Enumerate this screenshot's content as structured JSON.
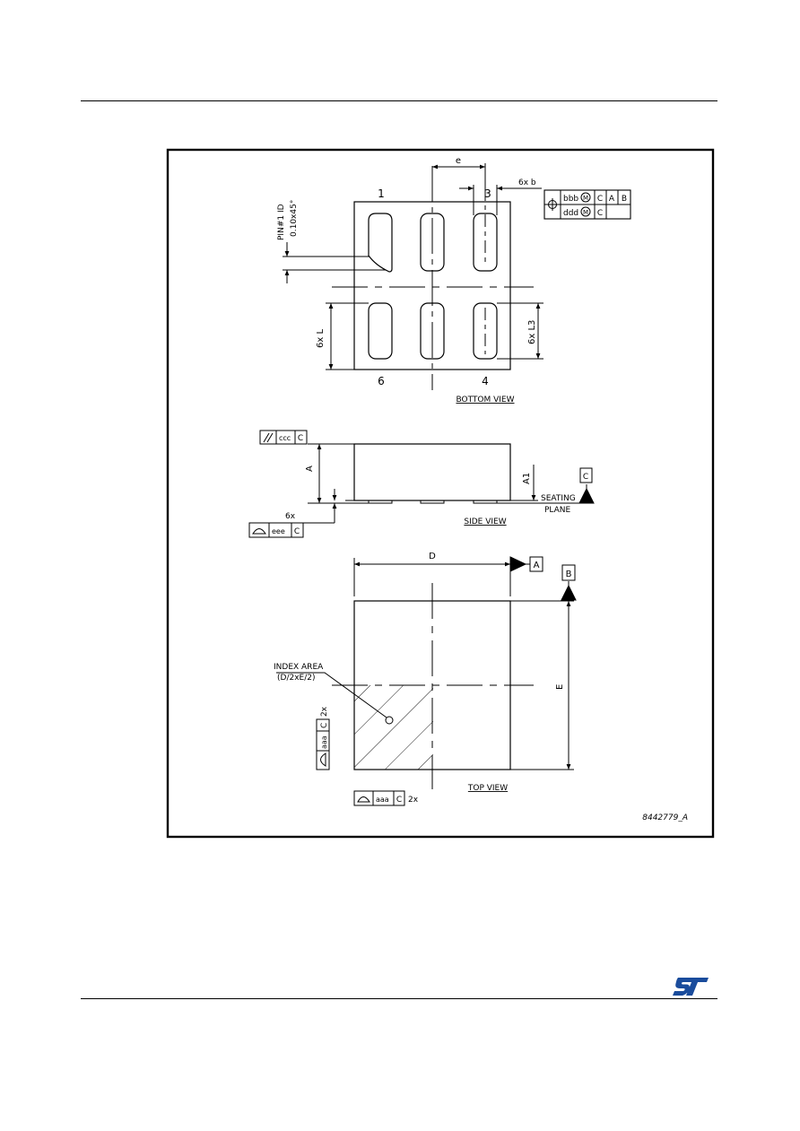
{
  "bottom_view": {
    "title": "BOTTOM VIEW",
    "pin_1": "1",
    "pin_3": "3",
    "pin_4": "4",
    "pin_6": "6",
    "dim_e": "e",
    "dim_6xb": "6x  b",
    "dim_6xL": "6x  L",
    "dim_6xL3": "6x  L3",
    "pin1_id": "PIN#1 ID",
    "chamfer": "0.10x45°",
    "fcf_row1": {
      "tol": "bbb",
      "mod": "M",
      "ref1": "C",
      "ref2": "A",
      "ref3": "B"
    },
    "fcf_row2": {
      "tol": "ddd",
      "mod": "M",
      "ref1": "C"
    }
  },
  "side_view": {
    "title": "SIDE VIEW",
    "dim_A": "A",
    "dim_A1": "A1",
    "seating_line1": "SEATING",
    "seating_line2": "PLANE",
    "datum_c": "C",
    "parallel_tol": "ccc",
    "parallel_ref": "C",
    "profile_count": "6x",
    "profile_tol": "eee",
    "profile_ref": "C"
  },
  "top_view": {
    "title": "TOP VIEW",
    "dim_D": "D",
    "dim_E": "E",
    "datum_a": "A",
    "datum_b": "B",
    "index_line1": "INDEX AREA",
    "index_line2": "(D/2xE/2)",
    "profile_tol": "aaa",
    "profile_ref": "C",
    "profile_count": "2x",
    "vprofile_tol": "aaa",
    "vprofile_ref": "C",
    "vprofile_count": "2x"
  },
  "figure_id": "8442779_A",
  "logo": "ST"
}
